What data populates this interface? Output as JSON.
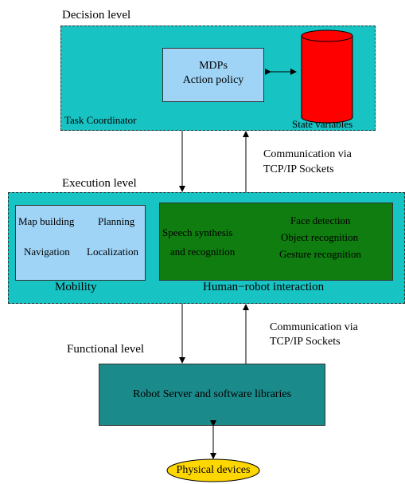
{
  "levels": {
    "decision": "Decision level",
    "execution": "Execution level",
    "functional": "Functional level"
  },
  "decision_block": {
    "name": "Task Coordinator",
    "mdp_line1": "MDPs",
    "mdp_line2": "Action policy",
    "state": "State variables"
  },
  "comm_upper": {
    "line1": "Communication via",
    "line2": "TCP/IP Sockets"
  },
  "comm_lower": {
    "line1": "Communication via",
    "line2": "TCP/IP Sockets"
  },
  "mobility": {
    "map_building": "Map building",
    "planning": "Planning",
    "navigation": "Navigation",
    "localization": "Localization",
    "caption": "Mobility"
  },
  "hri": {
    "speech_line1": "Speech synthesis",
    "speech_line2": "and recognition",
    "face": "Face detection",
    "object": "Object recognition",
    "gesture": "Gesture recognition",
    "caption": "Human−robot interaction"
  },
  "server": {
    "label": "Robot Server and software libraries"
  },
  "devices": {
    "label": "Physical devices"
  },
  "colors": {
    "cyan": "#17c3c3",
    "light_blue": "#9fd4f7",
    "red": "#ff0000",
    "green": "#0f7d0f",
    "teal": "#1b8a8a",
    "yellow": "#ffd700"
  }
}
